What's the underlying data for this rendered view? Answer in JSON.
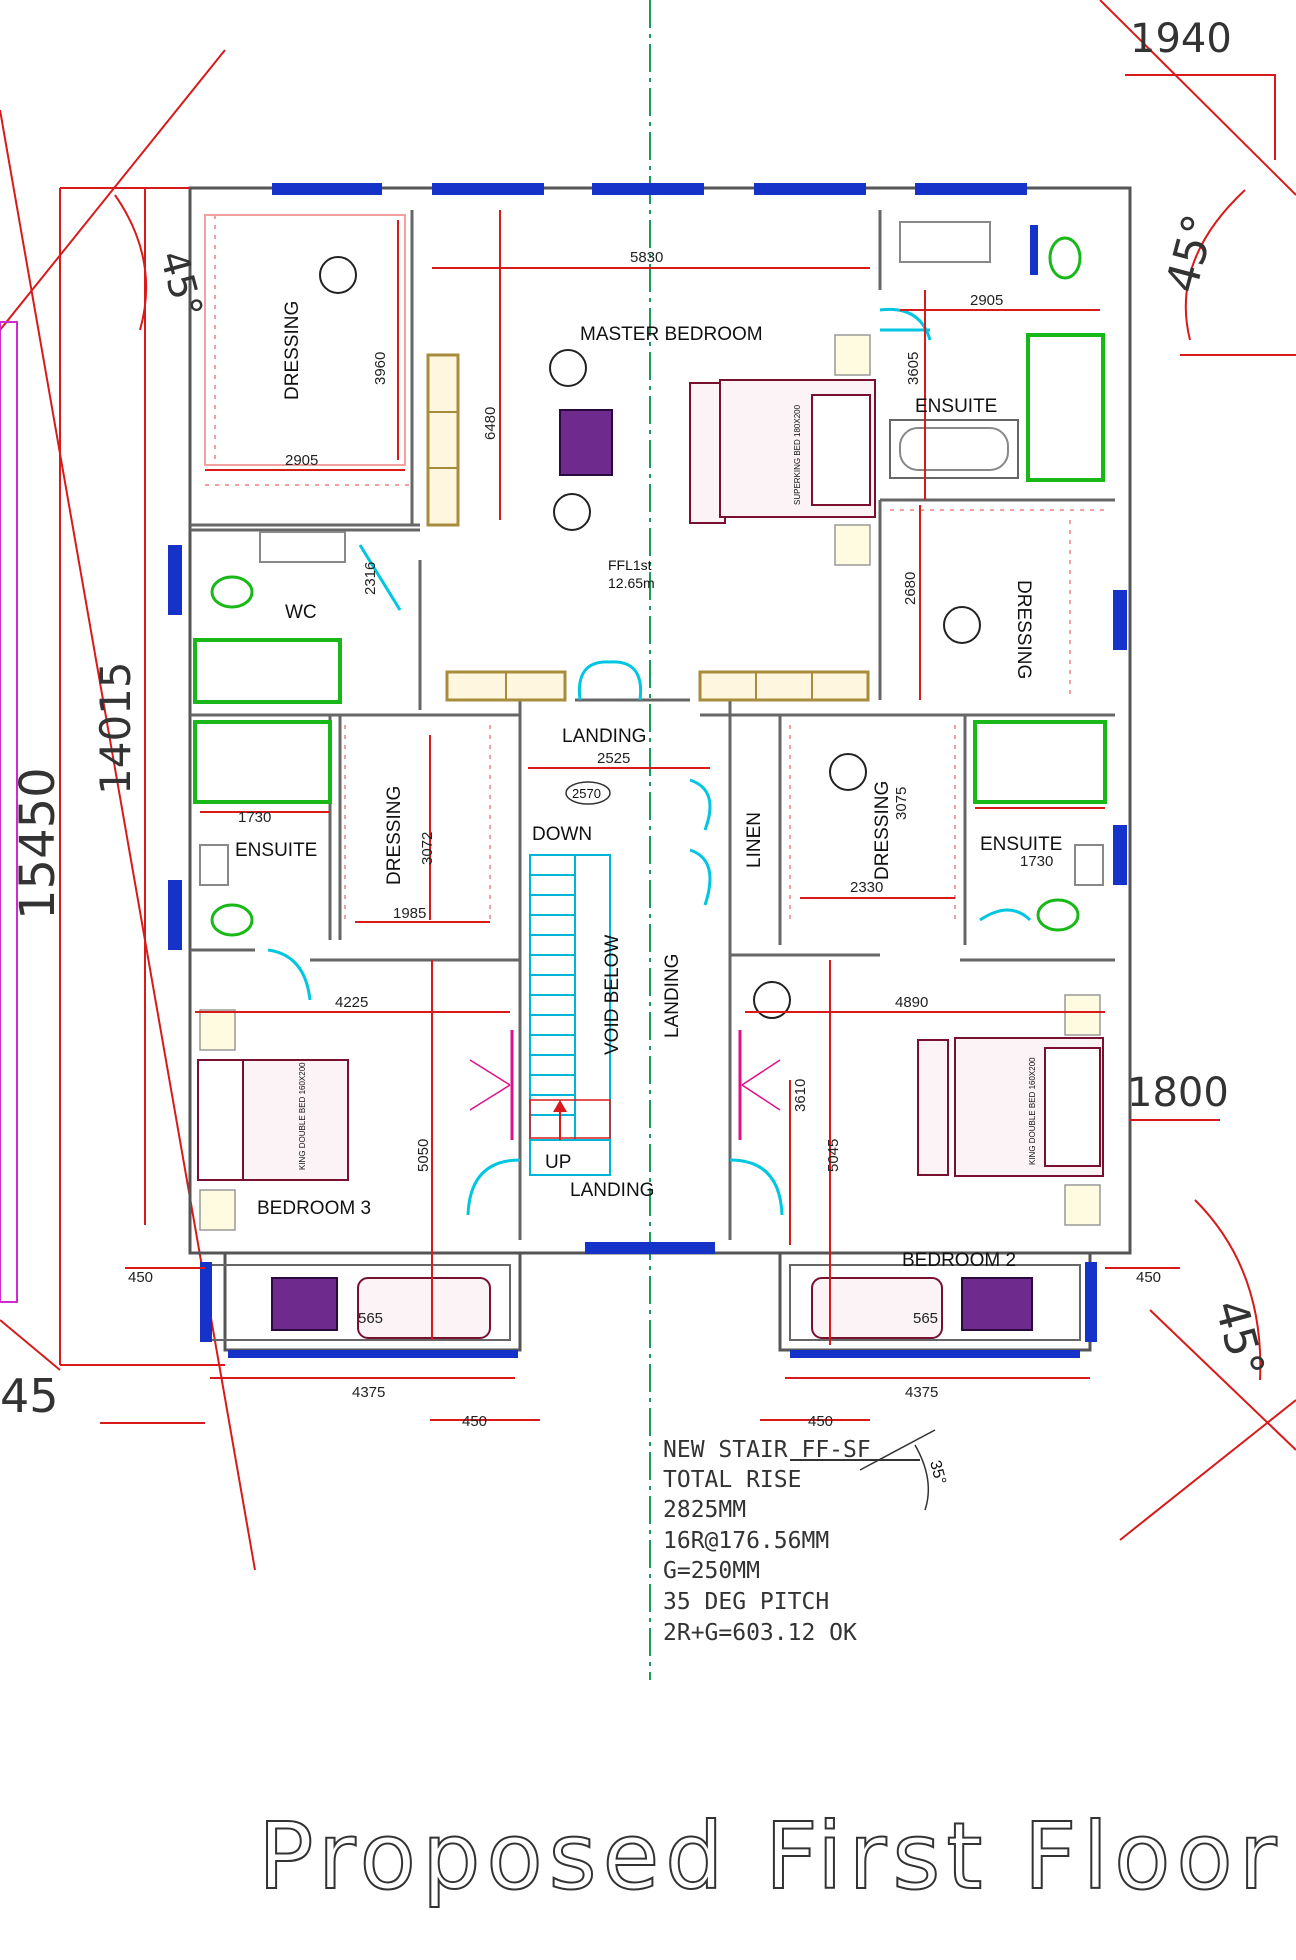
{
  "title": "Proposed First Floor",
  "rooms": {
    "master": "MASTER BEDROOM",
    "ensuite_master": "ENSUITE",
    "dressing_tl": "DRESSING",
    "dressing_tr": "DRESSING",
    "wc": "WC",
    "ffl_line1": "FFL1st",
    "ffl_line2": "12.65m",
    "landing_top": "LANDING",
    "down": "DOWN",
    "ensuite_left": "ENSUITE",
    "dressing_mid": "DRESSING",
    "void": "VOID BELOW",
    "landing_mid": "LANDING",
    "linen": "LINEN",
    "dressing_right": "DRESSING",
    "ensuite_right": "ENSUITE",
    "up": "UP",
    "landing_bottom": "LANDING",
    "bedroom3": "BEDROOM 3",
    "bedroom2": "BEDROOM 2",
    "stair_mark": "2570"
  },
  "bed_labels": {
    "master": "SUPERKING BED 180X200",
    "bed3": "KING DOUBLE BED 160X200",
    "bed2": "KING DOUBLE BED 160X200"
  },
  "dims": {
    "d1940": "1940",
    "d5830": "5830",
    "d2905_top": "2905",
    "d3605": "3605",
    "d3960": "3960",
    "d6480": "6480",
    "d2905_left": "2905",
    "d2316": "2316",
    "d2680": "2680",
    "d2525": "2525",
    "d1730_left": "1730",
    "d3072": "3072",
    "d1985": "1985",
    "d3075": "3075",
    "d2330": "2330",
    "d1730_right": "1730",
    "d4225": "4225",
    "d4890": "4890",
    "d5050": "5050",
    "d3610": "3610",
    "d5045": "5045",
    "d1800": "1800",
    "d450_l": "450",
    "d450_r": "450",
    "d565_l": "565",
    "d565_r": "565",
    "d4375_l": "4375",
    "d4375_r": "4375",
    "d450_bl": "450",
    "d450_br": "450",
    "d14015": "14015",
    "d15450": "15450",
    "d45_partial": "45",
    "angle_tl": "45°",
    "angle_tr": "45°",
    "angle_br": "45°",
    "angle_stair": "35°"
  },
  "notes": [
    "NEW STAIR FF-SF",
    "TOTAL RISE",
    "2825MM",
    "16R@176.56MM",
    "G=250MM",
    "35 DEG PITCH",
    "2R+G=603.12 OK"
  ],
  "colors": {
    "dimension": "#d81a1a",
    "window": "#1533c8",
    "shower": "#18b818",
    "door": "#00c6e0",
    "furniture": "#7a1030",
    "rug": "#6e2a8c"
  }
}
